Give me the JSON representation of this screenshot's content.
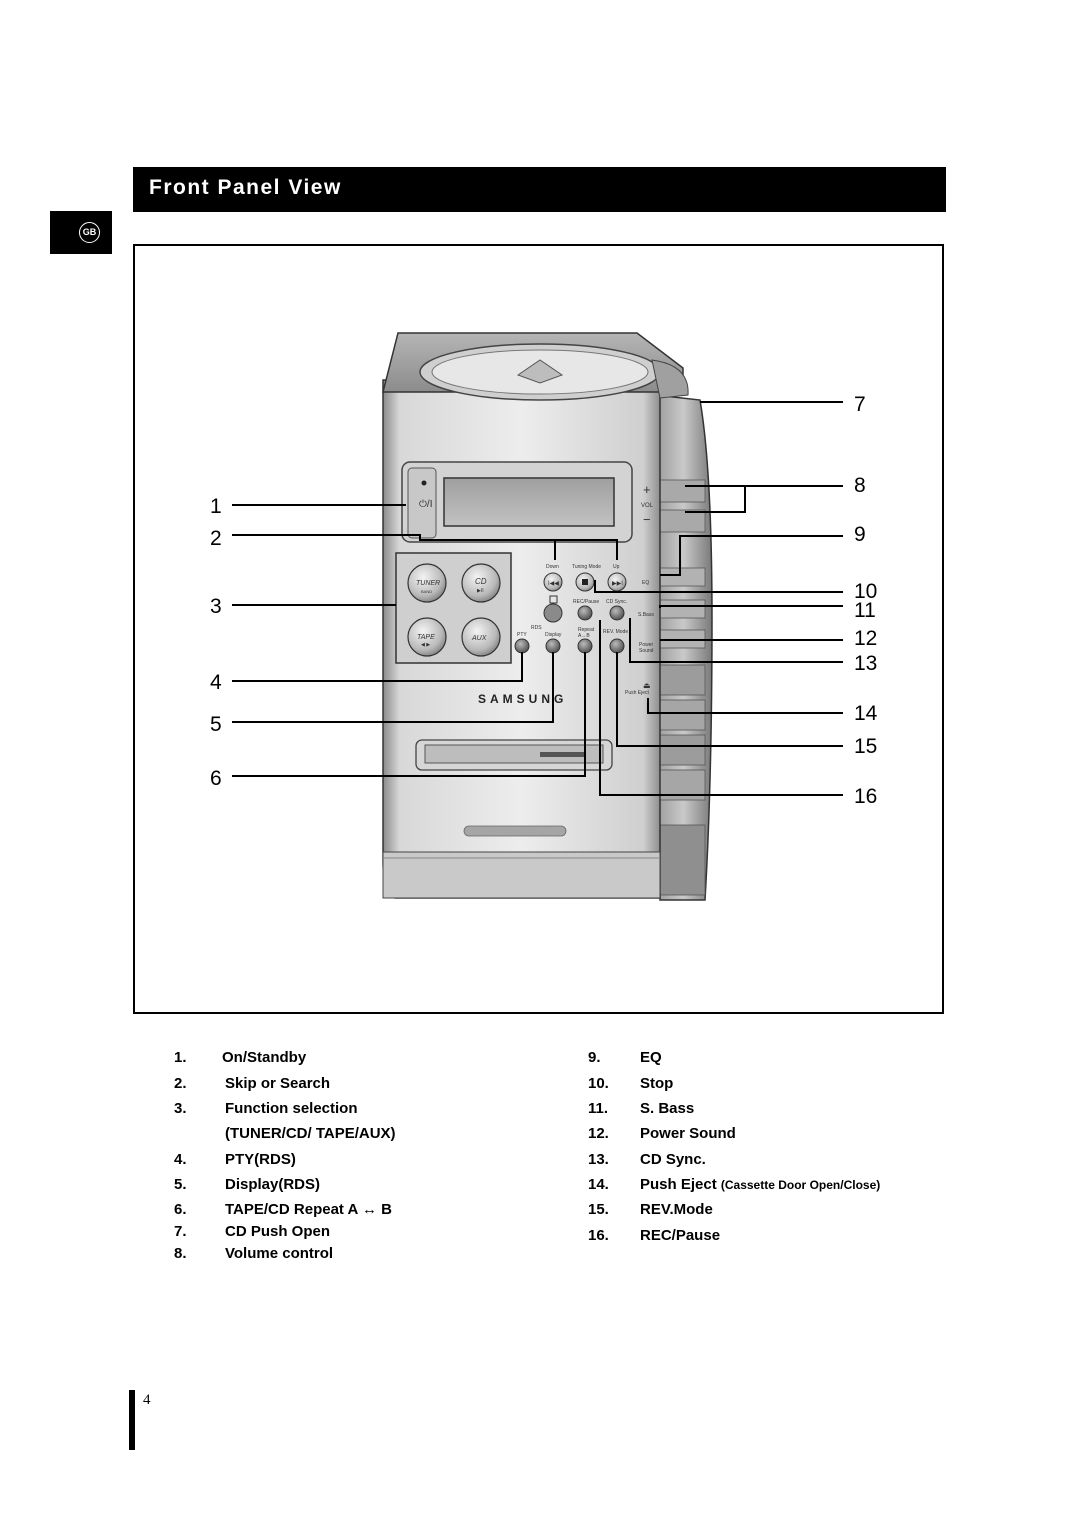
{
  "header": {
    "title": "Front Panel View",
    "lang_badge": "GB"
  },
  "device": {
    "brand": "SAMSUNG",
    "button_labels": {
      "power": "⏻/I",
      "tuner": "TUNER",
      "tuner_sub": "BAND",
      "cd": "CD",
      "cd_sub": "▶II",
      "tape": "TAPE",
      "tape_sub": "◀ ▶",
      "aux": "AUX",
      "down": "Down",
      "tuning_mode": "Tuning Mode",
      "up": "Up",
      "eq": "EQ",
      "rec_pause": "REC/Pause",
      "cd_sync": "CD Sync.",
      "s_bass": "S.Bass",
      "rds": "RDS",
      "pty": "PTY",
      "display": "Display",
      "repeat": "Repeat",
      "repeat_ab": "A↔B",
      "rev_mode": "REV. Mode",
      "power_sound_1": "Power",
      "power_sound_2": "Sound",
      "push_eject": "Push Eject",
      "vol": "VOL",
      "plus": "+",
      "minus": "−"
    }
  },
  "callouts": {
    "left": [
      "1",
      "2",
      "3",
      "4",
      "5",
      "6"
    ],
    "right": [
      "7",
      "8",
      "9",
      "10",
      "11",
      "12",
      "13",
      "14",
      "15",
      "16"
    ]
  },
  "legend": {
    "left": [
      {
        "num": "1.",
        "text": "On/Standby"
      },
      {
        "num": "2.",
        "text": "Skip or Search"
      },
      {
        "num": "3.",
        "text": "Function selection"
      },
      {
        "num": "",
        "text": "(TUNER/CD/ TAPE/AUX)"
      },
      {
        "num": "4.",
        "text": "PTY(RDS)"
      },
      {
        "num": "5.",
        "text": "Display(RDS)"
      },
      {
        "num": "6.",
        "text": "TAPE/CD Repeat A ↔ B"
      },
      {
        "num": "7.",
        "text": "CD Push Open"
      },
      {
        "num": "8.",
        "text": "Volume control"
      }
    ],
    "right": [
      {
        "num": "9.",
        "text": "EQ"
      },
      {
        "num": "10.",
        "text": "Stop"
      },
      {
        "num": "11.",
        "text": "S. Bass"
      },
      {
        "num": "12.",
        "text": "Power Sound"
      },
      {
        "num": "13.",
        "text": "CD Sync."
      },
      {
        "num": "14.",
        "text": "Push Eject",
        "sub": "(Cassette Door Open/Close)"
      },
      {
        "num": "15.",
        "text": "REV.Mode"
      },
      {
        "num": "16.",
        "text": "REC/Pause"
      }
    ]
  },
  "footer": {
    "page_number": "4"
  }
}
